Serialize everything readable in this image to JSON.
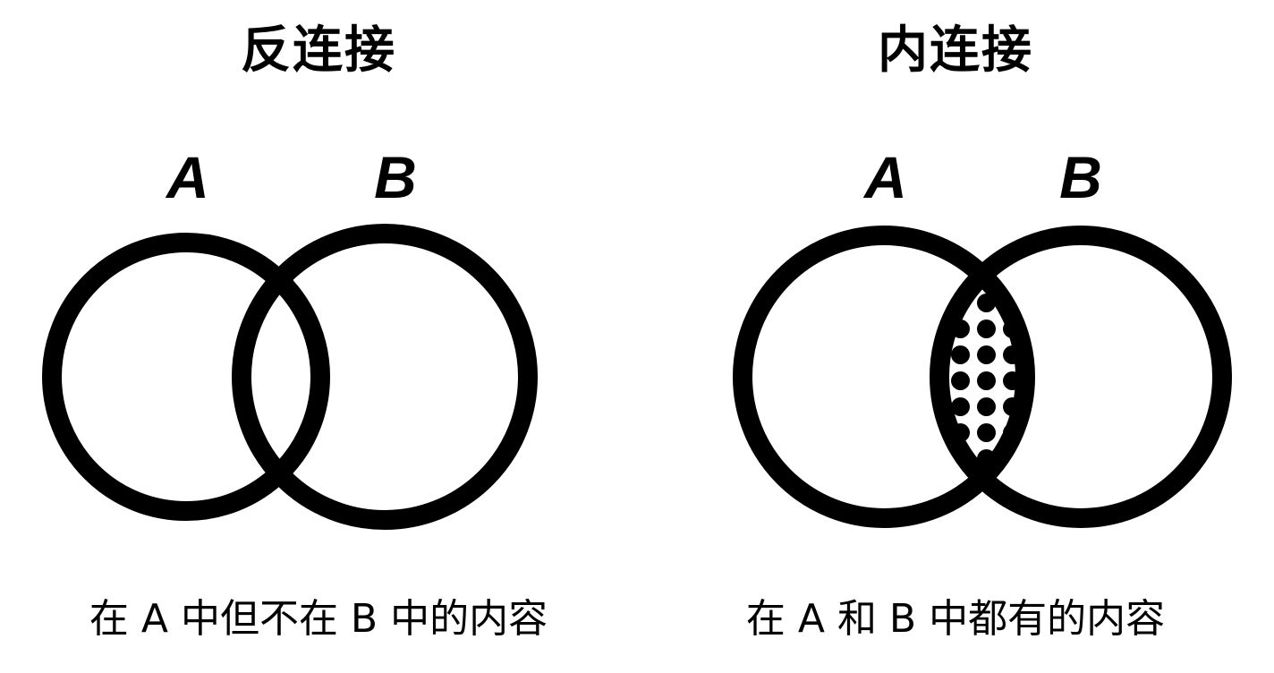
{
  "diagrams": [
    {
      "title": "反连接",
      "set_a": "A",
      "set_b": "B",
      "highlighted_region": "A only",
      "caption": "在 A 中但不在 B 中的内容"
    },
    {
      "title": "内连接",
      "set_a": "A",
      "set_b": "B",
      "highlighted_region": "A and B",
      "caption": "在 A 和 B 中都有的内容"
    }
  ],
  "colors": {
    "stroke": "#000000",
    "fill": "#ffffff",
    "dots": "#000000"
  }
}
